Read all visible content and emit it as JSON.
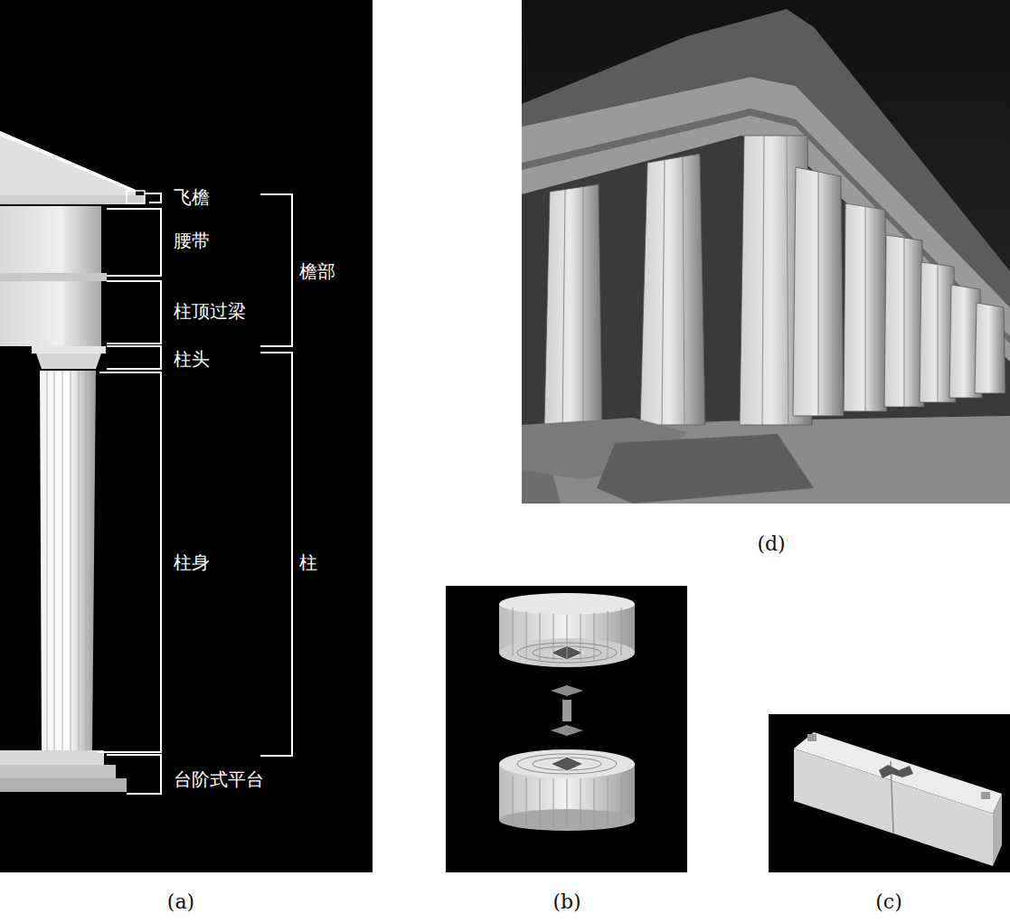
{
  "diagram": {
    "labels": [
      "飞檐",
      "腰带",
      "柱顶过梁",
      "柱头",
      "柱身",
      "台阶式平台",
      "檐部",
      "柱",
      "(a)",
      "(b)",
      "(c)",
      "(d)"
    ]
  }
}
